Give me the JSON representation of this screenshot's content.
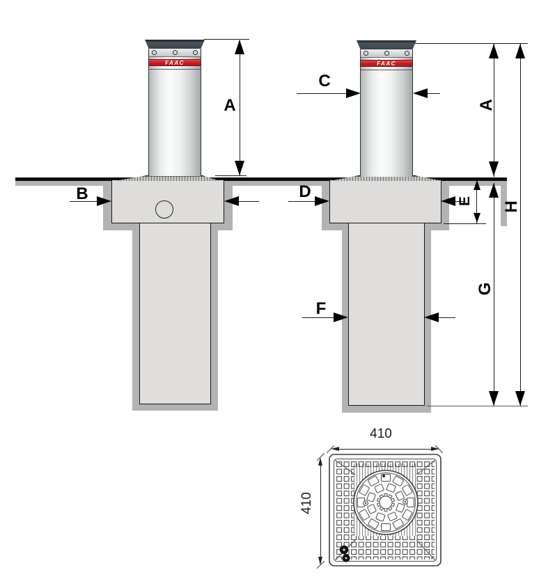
{
  "brand": {
    "label": "FAAC"
  },
  "dim_labels": {
    "a": "A",
    "b": "B",
    "c": "C",
    "d": "D",
    "e": "E",
    "f": "F",
    "g": "G",
    "h": "H"
  },
  "top_view": {
    "width_label": "410",
    "height_label": "410"
  },
  "colors": {
    "brand_band_red": "#cb1f26",
    "cap_dark": "#39424a",
    "pit_fill": "#dedddb",
    "soil_gray": "#b3b3b3",
    "line_black": "#000000"
  },
  "icons": {
    "left_pit_hole": "cable-entry-hole",
    "top_view_center": "bollard-cover-disc",
    "top_view_corner": "lock-icon"
  }
}
